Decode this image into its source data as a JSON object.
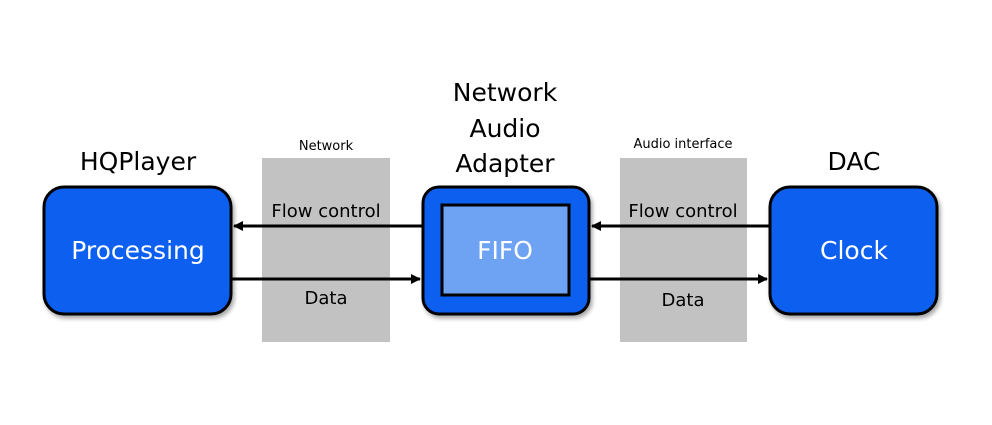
{
  "titles": {
    "hqplayer": "HQPlayer",
    "naa_line1": "Network",
    "naa_line2": "Audio",
    "naa_line3": "Adapter",
    "dac": "DAC"
  },
  "bands": {
    "network": "Network",
    "audio_interface": "Audio interface"
  },
  "boxes": {
    "processing": "Processing",
    "fifo": "FIFO",
    "clock": "Clock"
  },
  "arrows": {
    "left_flow": "Flow control",
    "left_data": "Data",
    "right_flow": "Flow control",
    "right_data": "Data"
  },
  "colors": {
    "box_fill": "#0a5ff0",
    "fifo_fill": "#6ea3f4",
    "band_fill": "#c2c2c2"
  }
}
